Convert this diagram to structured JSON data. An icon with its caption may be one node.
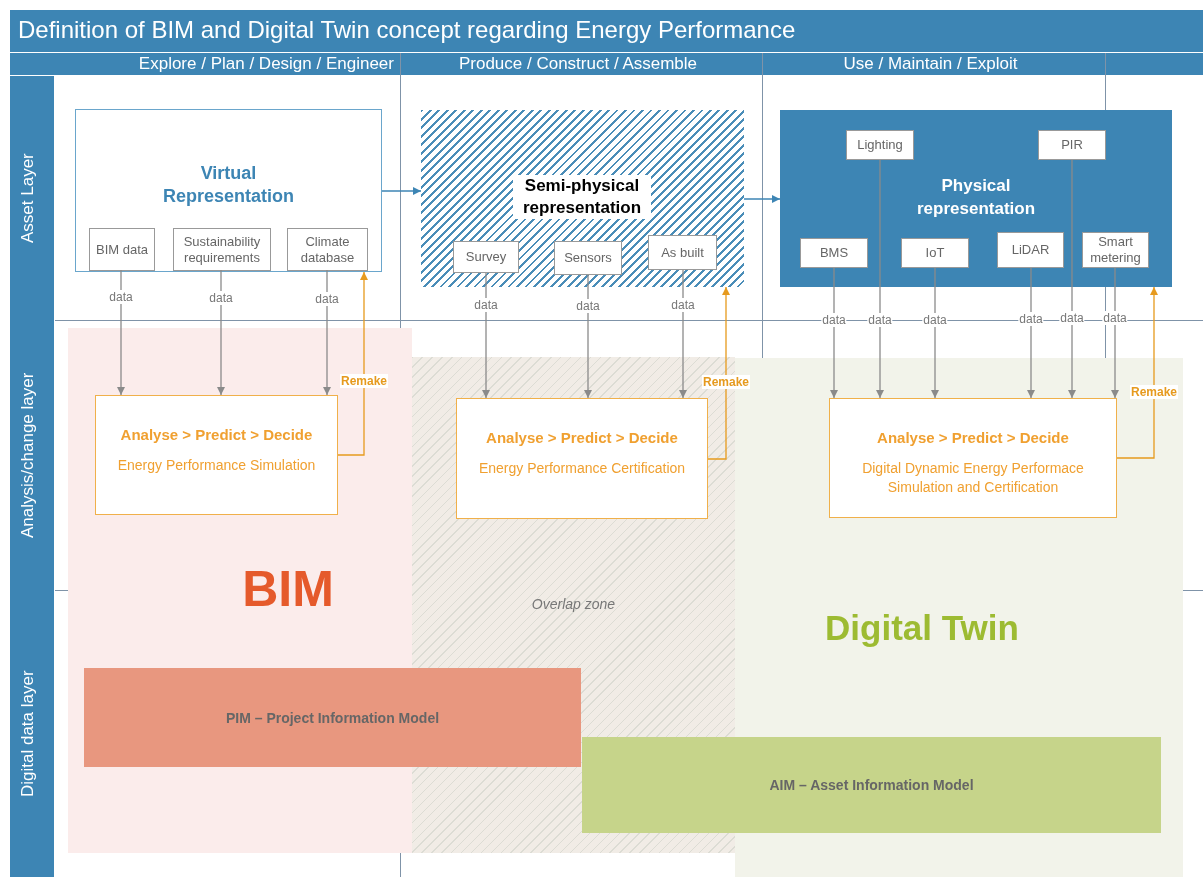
{
  "diagram": {
    "title": "Definition of BIM and Digital Twin concept regarding Energy Performance",
    "nodes": [
      {
        "text": [
          "Virtual Representation"
        ]
      },
      {
        "text": [
          "BIM data"
        ],
        "in": 0
      },
      {
        "text": [
          "Sustainability requirements"
        ],
        "in": 0
      },
      {
        "text": [
          "Climate database"
        ],
        "in": 0
      },
      {
        "text": [
          "Semi-physical representation"
        ]
      },
      {
        "text": [
          "Survey"
        ],
        "in": 4
      },
      {
        "text": [
          "Sensors"
        ],
        "in": 4
      },
      {
        "text": [
          "As built"
        ],
        "in": 4
      },
      {
        "text": [
          "Physical representation"
        ]
      },
      {
        "text": [
          "Lighting"
        ],
        "in": 8
      },
      {
        "text": [
          "PIR"
        ],
        "in": 8
      },
      {
        "text": [
          "BMS"
        ],
        "in": 8
      },
      {
        "text": [
          "IoT"
        ],
        "in": 8
      },
      {
        "text": [
          "LiDAR"
        ],
        "in": 8
      },
      {
        "text": [
          "Smart metering"
        ],
        "in": 8
      },
      {
        "text": [
          "BIM"
        ]
      },
      {
        "text": [
          "Overlap zone"
        ]
      },
      {
        "text": [
          "Digital Twin"
        ]
      },
      {
        "text": [
          "Analyse > Predict > Decide",
          "Energy Performance Simulation"
        ],
        "in": 15
      },
      {
        "text": [
          "Analyse > Predict > Decide",
          "Energy Performance Certification"
        ],
        "in": 16
      },
      {
        "text": [
          "Analyse > Predict > Decide",
          "Digital Dynamic Energy Performace Simulation and Certification"
        ],
        "in": 17
      },
      {
        "text": [
          "PIM – Project Information Model"
        ]
      },
      {
        "text": [
          "AIM – Asset Information Model"
        ]
      }
    ],
    "edges": [
      {
        "from": 0,
        "to": 4,
        "arrow": "to",
        "color": "#3d85b4"
      },
      {
        "from": 4,
        "to": 8,
        "arrow": "to",
        "color": "#3d85b4"
      },
      {
        "from": 1,
        "to": 18,
        "arrow": "to",
        "label": "data"
      },
      {
        "from": 2,
        "to": 18,
        "arrow": "to",
        "label": "data"
      },
      {
        "from": 3,
        "to": 18,
        "arrow": "to",
        "label": "data"
      },
      {
        "from": 5,
        "to": 19,
        "arrow": "to",
        "label": "data"
      },
      {
        "from": 6,
        "to": 19,
        "arrow": "to",
        "label": "data"
      },
      {
        "from": 7,
        "to": 19,
        "arrow": "to",
        "label": "data"
      },
      {
        "from": 11,
        "to": 20,
        "arrow": "to",
        "label": "data"
      },
      {
        "from": 9,
        "to": 20,
        "arrow": "to",
        "label": "data"
      },
      {
        "from": 12,
        "to": 20,
        "arrow": "to",
        "label": "data"
      },
      {
        "from": 13,
        "to": 20,
        "arrow": "to",
        "label": "data"
      },
      {
        "from": 10,
        "to": 20,
        "arrow": "to",
        "label": "data"
      },
      {
        "from": 14,
        "to": 20,
        "arrow": "to",
        "label": "data"
      },
      {
        "from": 18,
        "to": 0,
        "arrow": "to",
        "label": "Remake",
        "color": "#e69a1e"
      },
      {
        "from": 19,
        "to": 4,
        "arrow": "to",
        "label": "Remake",
        "color": "#e69a1e"
      },
      {
        "from": 20,
        "to": 8,
        "arrow": "to",
        "label": "Remake",
        "color": "#e69a1e"
      }
    ],
    "labels": [
      "Explore / Plan / Design / Engineer",
      "Produce / Construct / Assemble",
      "Use / Maintain / Exploit",
      "Asset Layer",
      "Analysis/change layer",
      "Digital data layer"
    ]
  }
}
